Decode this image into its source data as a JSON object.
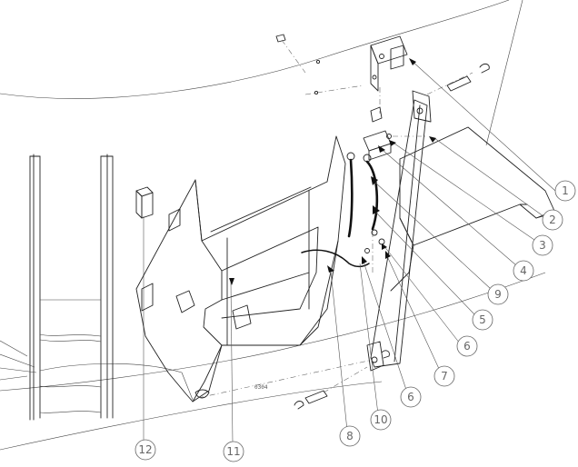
{
  "drawing_ref": "0304",
  "callouts": [
    "1",
    "2",
    "3",
    "4",
    "9",
    "5",
    "6",
    "7",
    "6",
    "10",
    "8",
    "11",
    "12"
  ]
}
